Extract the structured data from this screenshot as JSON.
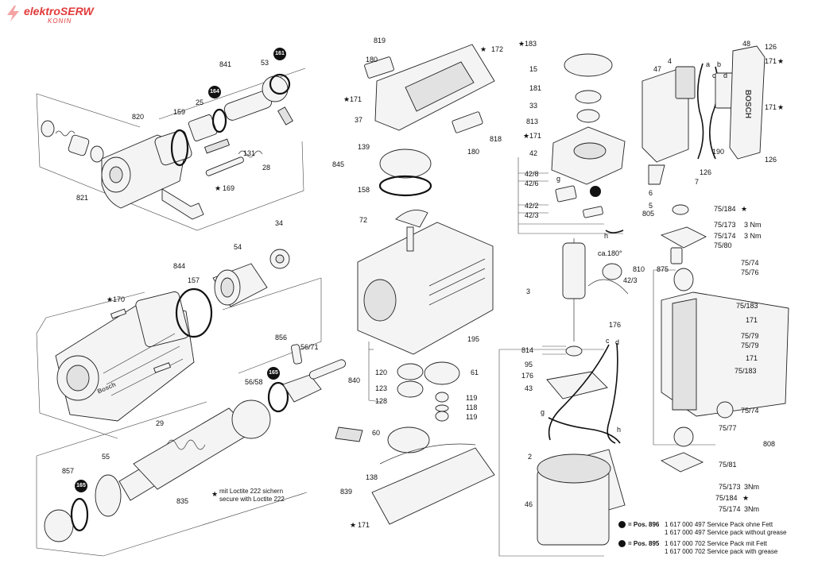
{
  "watermark": {
    "brand": "elektroSERW",
    "city": "KONIN"
  },
  "labels": [
    {
      "id": "p819",
      "text": "819"
    },
    {
      "id": "p180a",
      "text": "180"
    },
    {
      "id": "p172",
      "text": "172"
    },
    {
      "id": "p183",
      "text": "183"
    },
    {
      "id": "p48",
      "text": "48"
    },
    {
      "id": "p126a",
      "text": "126"
    },
    {
      "id": "p841",
      "text": "841"
    },
    {
      "id": "p53",
      "text": "53"
    },
    {
      "id": "p15",
      "text": "15"
    },
    {
      "id": "p4",
      "text": "4"
    },
    {
      "id": "p171a",
      "text": "171"
    },
    {
      "id": "p47",
      "text": "47"
    },
    {
      "id": "p171b",
      "text": "171"
    },
    {
      "id": "p181",
      "text": "181"
    },
    {
      "id": "p37",
      "text": "37"
    },
    {
      "id": "p820",
      "text": "820"
    },
    {
      "id": "p159",
      "text": "159"
    },
    {
      "id": "p25",
      "text": "25"
    },
    {
      "id": "p33",
      "text": "33"
    },
    {
      "id": "p171c",
      "text": "171"
    },
    {
      "id": "p813",
      "text": "813"
    },
    {
      "id": "p818",
      "text": "818"
    },
    {
      "id": "p180b",
      "text": "180"
    },
    {
      "id": "p171d",
      "text": "171"
    },
    {
      "id": "p131",
      "text": "131"
    },
    {
      "id": "p28",
      "text": "28"
    },
    {
      "id": "p139",
      "text": "139"
    },
    {
      "id": "p190",
      "text": "190"
    },
    {
      "id": "p126b",
      "text": "126"
    },
    {
      "id": "p845",
      "text": "845"
    },
    {
      "id": "p42",
      "text": "42"
    },
    {
      "id": "p42_8",
      "text": "42/8"
    },
    {
      "id": "p42_6",
      "text": "42/6"
    },
    {
      "id": "p126c",
      "text": "126"
    },
    {
      "id": "p7",
      "text": "7"
    },
    {
      "id": "p169",
      "text": "169"
    },
    {
      "id": "p158",
      "text": "158"
    },
    {
      "id": "p821",
      "text": "821"
    },
    {
      "id": "p6",
      "text": "6"
    },
    {
      "id": "p5",
      "text": "5"
    },
    {
      "id": "p805",
      "text": "805"
    },
    {
      "id": "p42_2",
      "text": "42/2"
    },
    {
      "id": "p42_3",
      "text": "42/3"
    },
    {
      "id": "p72",
      "text": "72"
    },
    {
      "id": "p75_184a",
      "text": "75/184"
    },
    {
      "id": "p75_173a",
      "text": "75/173"
    },
    {
      "id": "nm1",
      "text": "3 Nm"
    },
    {
      "id": "p75_174a",
      "text": "75/174"
    },
    {
      "id": "nm2",
      "text": "3 Nm"
    },
    {
      "id": "p34",
      "text": "34"
    },
    {
      "id": "p75_80",
      "text": "75/80"
    },
    {
      "id": "p844",
      "text": "844"
    },
    {
      "id": "p54",
      "text": "54"
    },
    {
      "id": "p157",
      "text": "157"
    },
    {
      "id": "ca180",
      "text": "ca.180°"
    },
    {
      "id": "p810",
      "text": "810"
    },
    {
      "id": "p75_74a",
      "text": "75/74"
    },
    {
      "id": "p875",
      "text": "875"
    },
    {
      "id": "p75_76",
      "text": "75/76"
    },
    {
      "id": "p42_3b",
      "text": "42/3"
    },
    {
      "id": "p3",
      "text": "3"
    },
    {
      "id": "p170",
      "text": "170"
    },
    {
      "id": "p75_183a",
      "text": "75/183"
    },
    {
      "id": "p171e",
      "text": "171"
    },
    {
      "id": "p176a",
      "text": "176"
    },
    {
      "id": "p195",
      "text": "195"
    },
    {
      "id": "p856",
      "text": "856"
    },
    {
      "id": "p56_71",
      "text": "56/71"
    },
    {
      "id": "p75_79a",
      "text": "75/79"
    },
    {
      "id": "p75_79b",
      "text": "75/79"
    },
    {
      "id": "p814",
      "text": "814"
    },
    {
      "id": "p171f",
      "text": "171"
    },
    {
      "id": "p95",
      "text": "95"
    },
    {
      "id": "p120",
      "text": "120"
    },
    {
      "id": "p61",
      "text": "61"
    },
    {
      "id": "p75_183b",
      "text": "75/183"
    },
    {
      "id": "p840",
      "text": "840"
    },
    {
      "id": "p176b",
      "text": "176"
    },
    {
      "id": "p56_58",
      "text": "56/58"
    },
    {
      "id": "p123",
      "text": "123"
    },
    {
      "id": "p43",
      "text": "43"
    },
    {
      "id": "p119a",
      "text": "119"
    },
    {
      "id": "p128",
      "text": "128"
    },
    {
      "id": "p118",
      "text": "118"
    },
    {
      "id": "p119b",
      "text": "119"
    },
    {
      "id": "p29",
      "text": "29"
    },
    {
      "id": "p75_74b",
      "text": "75/74"
    },
    {
      "id": "p60",
      "text": "60"
    },
    {
      "id": "p75_77",
      "text": "75/77"
    },
    {
      "id": "p808",
      "text": "808"
    },
    {
      "id": "p2",
      "text": "2"
    },
    {
      "id": "p55",
      "text": "55"
    },
    {
      "id": "p75_81",
      "text": "75/81"
    },
    {
      "id": "p857",
      "text": "857"
    },
    {
      "id": "p138",
      "text": "138"
    },
    {
      "id": "p75_173b",
      "text": "75/173"
    },
    {
      "id": "nm3",
      "text": "3Nm"
    },
    {
      "id": "p839",
      "text": "839"
    },
    {
      "id": "p835",
      "text": "835"
    },
    {
      "id": "p46",
      "text": "46"
    },
    {
      "id": "p75_184b",
      "text": "75/184"
    },
    {
      "id": "p75_174b",
      "text": "75/174"
    },
    {
      "id": "nm4",
      "text": "3Nm"
    },
    {
      "id": "p171g",
      "text": "171"
    }
  ],
  "badges": [
    {
      "id": "b161",
      "text": "161"
    },
    {
      "id": "b164",
      "text": "164"
    },
    {
      "id": "b165a",
      "text": "165"
    },
    {
      "id": "b165b",
      "text": "165"
    }
  ],
  "wire_labels": [
    {
      "id": "wa",
      "text": "a"
    },
    {
      "id": "wb",
      "text": "b"
    },
    {
      "id": "wc",
      "text": "c"
    },
    {
      "id": "wd",
      "text": "d"
    },
    {
      "id": "wg1",
      "text": "g"
    },
    {
      "id": "wh1",
      "text": "h"
    },
    {
      "id": "wc2",
      "text": "c"
    },
    {
      "id": "wd2",
      "text": "d"
    },
    {
      "id": "wg2",
      "text": "g"
    },
    {
      "id": "wh2",
      "text": "h"
    }
  ],
  "housing_brand": "Bosch",
  "handle_brand": "BOSCH",
  "star_note": {
    "line1": "mit Loctite 222 sichern",
    "line2": "secure with Loctite 222"
  },
  "service_notes": [
    {
      "pos": "= Pos. 896",
      "line1": "1 617 000 497 Service Pack ohne Fett",
      "line2": "1 617 000 497 Service pack without grease"
    },
    {
      "pos": "= Pos. 895",
      "line1": "1 617 000 702 Service Pack mit Fett",
      "line2": "1 617 000 702 Service pack with grease"
    }
  ]
}
